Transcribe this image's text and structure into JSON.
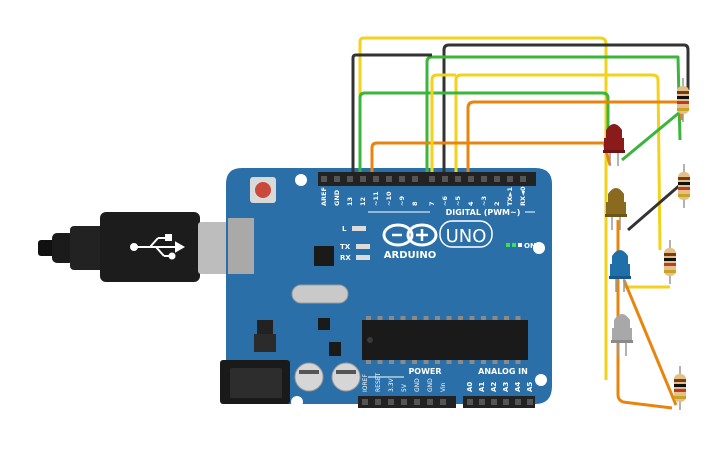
{
  "board": {
    "brand": "ARDUINO",
    "model": "UNO",
    "digital_label": "DIGITAL (PWM~)",
    "power_label": "POWER",
    "analog_label": "ANALOG IN",
    "on_label": "ON",
    "l_label": "L",
    "tx_label": "TX",
    "rx_label": "RX",
    "digital_pins": [
      "AREF",
      "GND",
      "13",
      "12",
      "~11",
      "~10",
      "~9",
      "8",
      "7",
      "~6",
      "~5",
      "4",
      "~3",
      "2",
      "TX►1",
      "RX◄0"
    ],
    "power_pins": [
      "IOREF",
      "RESET",
      "3.3V",
      "5V",
      "GND",
      "GND",
      "Vin"
    ],
    "analog_pins": [
      "A0",
      "A1",
      "A2",
      "A3",
      "A4",
      "A5"
    ]
  },
  "leds": [
    {
      "name": "red",
      "color": "#8b1a1a"
    },
    {
      "name": "yellow",
      "color": "#8a6a1e"
    },
    {
      "name": "blue",
      "color": "#1f6fa8"
    },
    {
      "name": "white",
      "color": "#a8a8a8"
    }
  ],
  "wire_colors": {
    "yellow": "#f2d21b",
    "black": "#333333",
    "green": "#3bb53b",
    "orange": "#e8850f"
  },
  "colors": {
    "board": "#2a6fa8",
    "board_dark": "#1f5a8c"
  }
}
